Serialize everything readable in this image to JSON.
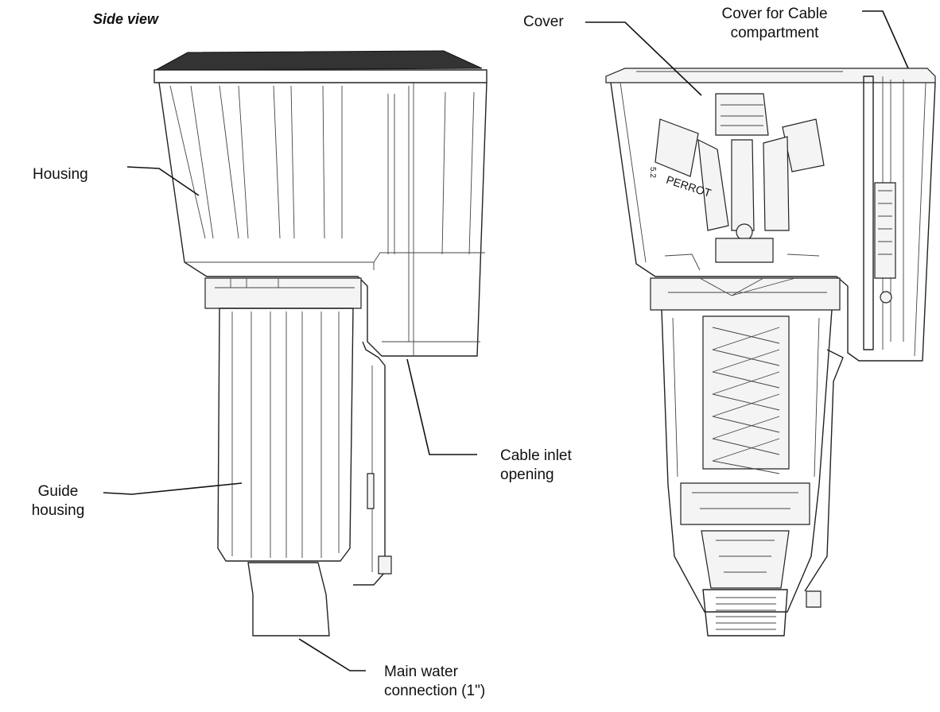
{
  "labels": {
    "view_title": "Side view",
    "housing": "Housing",
    "guide_housing_line1": "Guide",
    "guide_housing_line2": "housing",
    "cover": "Cover",
    "cover_cable_line1": "Cover for Cable",
    "cover_cable_line2": "compartment",
    "cable_inlet_line1": "Cable inlet",
    "cable_inlet_line2": "opening",
    "main_water_line1": "Main water",
    "main_water_line2": "connection (1\")",
    "brand": "PERROT",
    "nozzle_mark": "5.2"
  }
}
